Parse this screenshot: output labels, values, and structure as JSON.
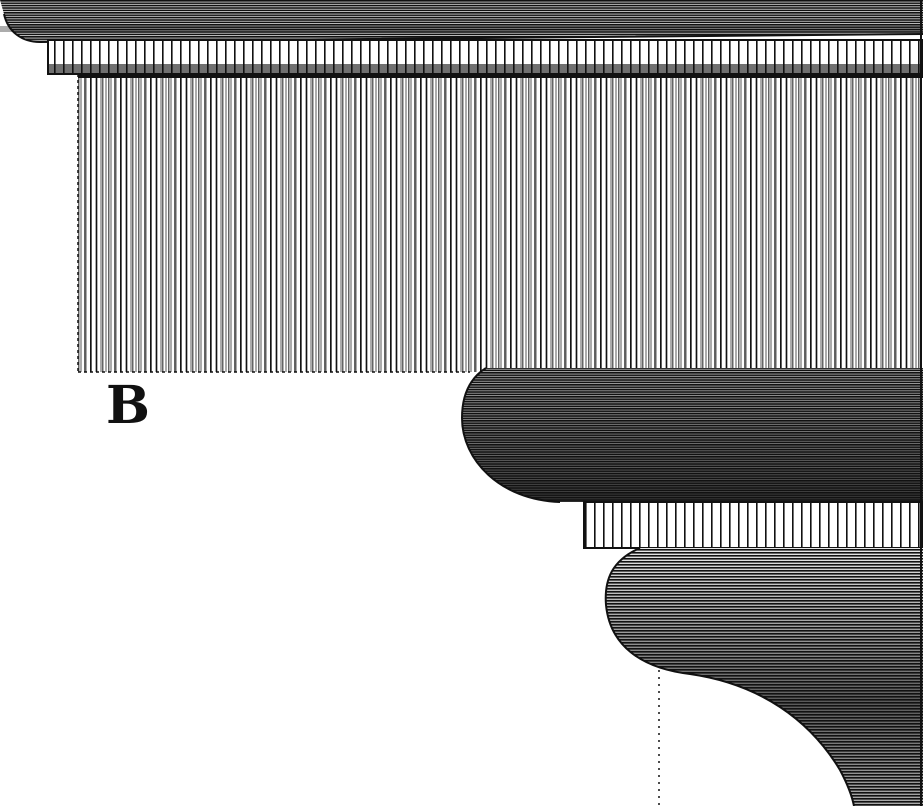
{
  "drawing": {
    "label": "B",
    "ink_color": "#111111",
    "paper_color": "#ffffff",
    "parts": [
      "top-cavetto-molding",
      "dentil-band",
      "corona-fascia",
      "upper-ovolo-molding",
      "fillet-band",
      "lower-ovolo-molding",
      "cyma-curve",
      "center-axis-dotted-line"
    ]
  }
}
